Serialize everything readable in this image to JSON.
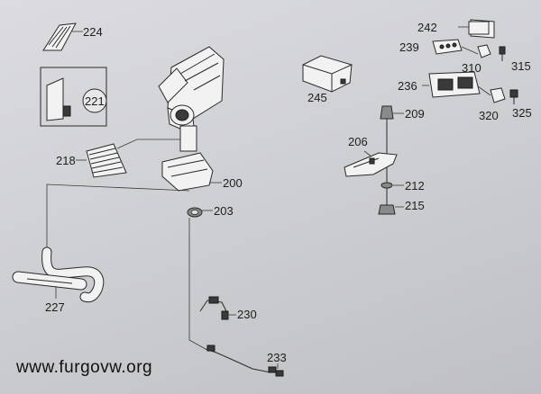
{
  "part_labels": {
    "p224": "224",
    "p221": "221",
    "p218": "218",
    "p200": "200",
    "p203": "203",
    "p227": "227",
    "p230": "230",
    "p233": "233",
    "p245": "245",
    "p242": "242",
    "p239": "239",
    "p310": "310",
    "p315": "315",
    "p236": "236",
    "p320": "320",
    "p325": "325",
    "p209": "209",
    "p206": "206",
    "p212": "212",
    "p215": "215"
  },
  "watermark": "www.furgovw.org"
}
